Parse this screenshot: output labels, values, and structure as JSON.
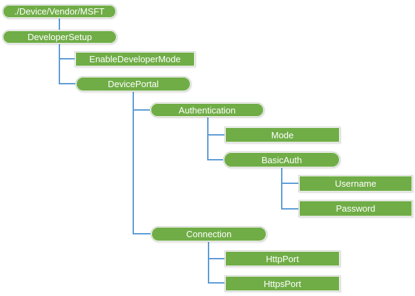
{
  "diagram": {
    "type": "tree",
    "nodes": [
      {
        "id": "root",
        "label": "./Device/Vendor/MSFT",
        "shape": "rounded"
      },
      {
        "id": "developer-setup",
        "label": "DeveloperSetup",
        "shape": "stadium"
      },
      {
        "id": "enable-developer-mode",
        "label": "EnableDeveloperMode",
        "shape": "rect"
      },
      {
        "id": "device-portal",
        "label": "DevicePortal",
        "shape": "stadium"
      },
      {
        "id": "authentication",
        "label": "Authentication",
        "shape": "stadium"
      },
      {
        "id": "mode",
        "label": "Mode",
        "shape": "rect"
      },
      {
        "id": "basic-auth",
        "label": "BasicAuth",
        "shape": "stadium"
      },
      {
        "id": "username",
        "label": "Username",
        "shape": "rect"
      },
      {
        "id": "password",
        "label": "Password",
        "shape": "rect"
      },
      {
        "id": "connection",
        "label": "Connection",
        "shape": "stadium"
      },
      {
        "id": "http-port",
        "label": "HttpPort",
        "shape": "rect"
      },
      {
        "id": "https-port",
        "label": "HttpsPort",
        "shape": "rect"
      }
    ],
    "hierarchy": [
      {
        "parent": "root",
        "children": [
          "developer-setup"
        ]
      },
      {
        "parent": "developer-setup",
        "children": [
          "enable-developer-mode",
          "device-portal"
        ]
      },
      {
        "parent": "device-portal",
        "children": [
          "authentication",
          "connection"
        ]
      },
      {
        "parent": "authentication",
        "children": [
          "mode",
          "basic-auth"
        ]
      },
      {
        "parent": "basic-auth",
        "children": [
          "username",
          "password"
        ]
      },
      {
        "parent": "connection",
        "children": [
          "http-port",
          "https-port"
        ]
      }
    ],
    "colors": {
      "node_fill": "#70AD47",
      "node_text": "#FFFFFF",
      "node_border": "#D6D6D6",
      "connector": "#5B9BD5",
      "background": "#FFFFFF"
    }
  }
}
